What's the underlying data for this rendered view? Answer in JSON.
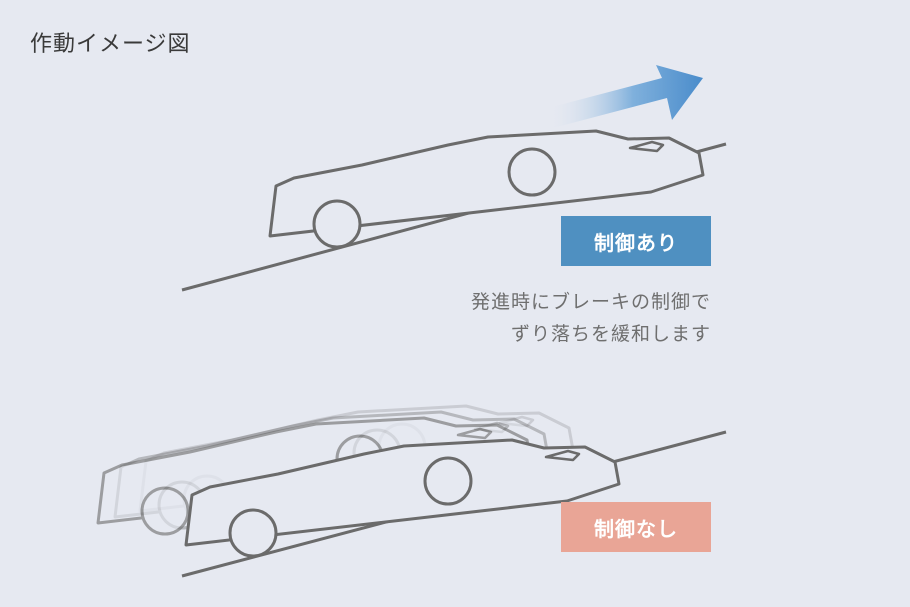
{
  "title": "作動イメージ図",
  "badges": {
    "with_control": "制御あり",
    "without_control": "制御なし"
  },
  "description": {
    "line1": "発進時にブレーキの制御で",
    "line2": "ずり落ちを緩和します"
  },
  "colors": {
    "background": "#e6e9f1",
    "line": "#6b6b6b",
    "accent_blue": "#4f90c1",
    "accent_salmon": "#e9a596",
    "arrow_light": "#dfe8f4",
    "arrow_dark": "#4a8ccb"
  }
}
